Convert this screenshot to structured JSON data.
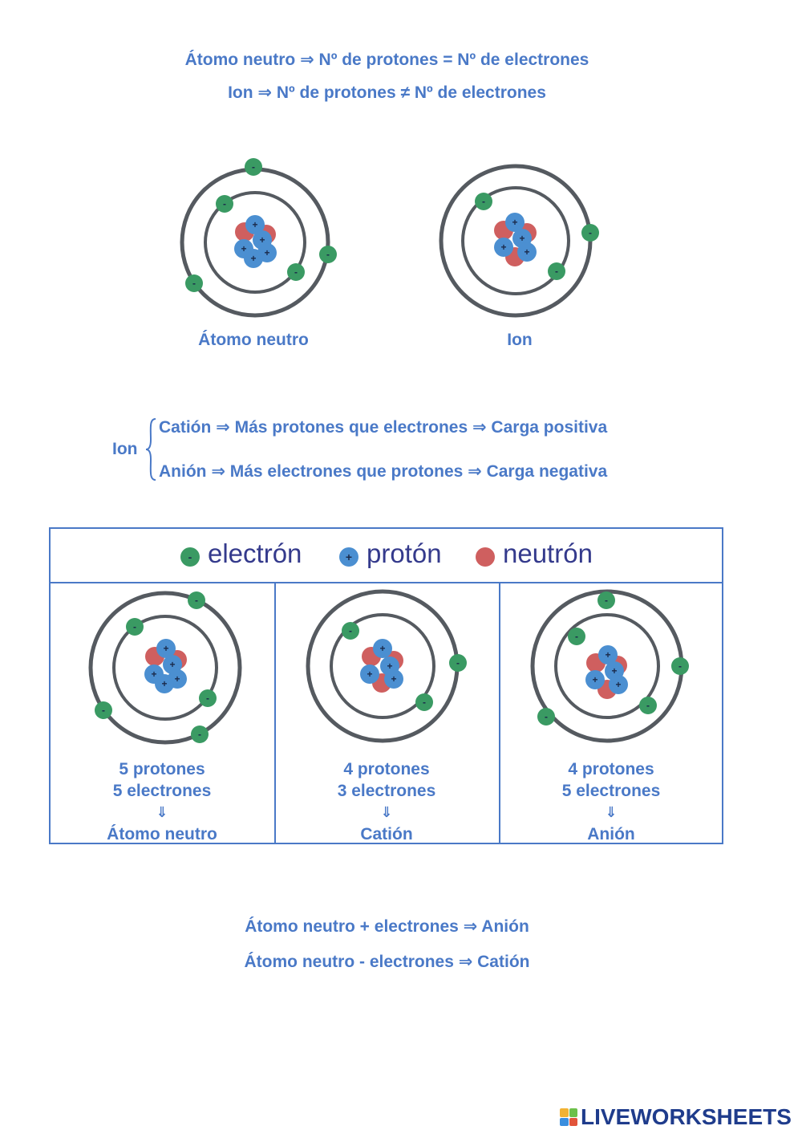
{
  "definitions": {
    "neutral": "Átomo neutro ⇒ Nº de protones = Nº de electrones",
    "ion": "Ion ⇒ Nº de protones ≠ Nº de electrones"
  },
  "top_diagrams": {
    "neutral_label": "Átomo neutro",
    "ion_label": "Ion"
  },
  "ion_types": {
    "ion_word": "Ion",
    "cation": "Catión ⇒ Más protones que electrones ⇒ Carga positiva",
    "anion": "Anión ⇒ Más electrones que protones ⇒ Carga negativa"
  },
  "legend": {
    "electron": "electrón",
    "proton": "protón",
    "neutron": "neutrón",
    "minus_sign": "-",
    "plus_sign": "+"
  },
  "cells": [
    {
      "protons": "5 protones",
      "electrons": "5 electrones",
      "arrow": "⇓",
      "result": "Átomo neutro"
    },
    {
      "protons": "4 protones",
      "electrons": "3 electrones",
      "arrow": "⇓",
      "result": "Catión"
    },
    {
      "protons": "4 protones",
      "electrons": "5 electrones",
      "arrow": "⇓",
      "result": "Anión"
    }
  ],
  "rules": {
    "add": "Átomo neutro + electrones ⇒ Anión",
    "remove": "Átomo neutro - electrones ⇒ Catión"
  },
  "brand": {
    "name": "LIVEWORKSHEETS"
  },
  "colors": {
    "text_blue": "#4a79c7",
    "electron": "#3a9a63",
    "proton": "#4b8fd1",
    "neutron": "#cf5f5f",
    "orbit": "#555a60",
    "legend_text": "#343a8c"
  }
}
